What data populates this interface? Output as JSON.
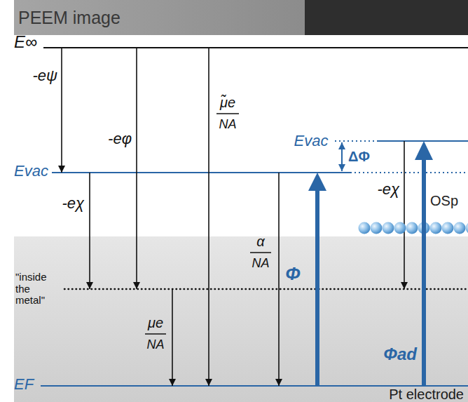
{
  "diagram": {
    "nodes": [
      {
        "text": [
          "PEEM image"
        ]
      },
      {
        "text": [
          "Pt electrode"
        ]
      }
    ],
    "labels": [
      "E∞",
      "-eψ",
      "-eφ",
      "μ̃e",
      "NA",
      "Evac",
      "-eχ",
      "α",
      "NA",
      "\"inside the metal\"",
      "μe",
      "NA",
      "EF",
      "Φ",
      "Evac",
      "ΔΦ",
      "-eχ",
      "OSp",
      "Φad"
    ]
  }
}
